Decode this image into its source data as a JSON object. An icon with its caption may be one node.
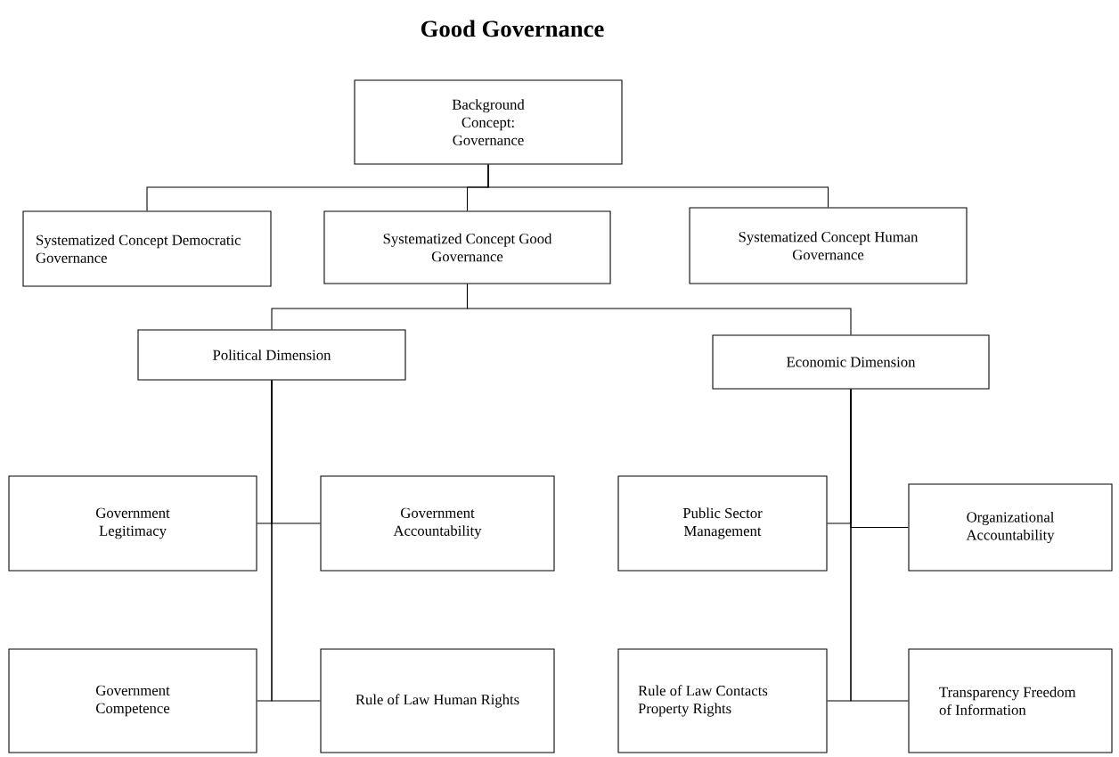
{
  "diagram": {
    "title": "Good Governance",
    "nodes": [
      {
        "text": [
          "Background Concept: Governance"
        ]
      },
      {
        "text": [
          "Systematized Concept Democratic Governance"
        ]
      },
      {
        "text": [
          "Systematized Concept Good Governance"
        ]
      },
      {
        "text": [
          "Systematized Concept Human Governance"
        ]
      },
      {
        "text": [
          "Political Dimension"
        ]
      },
      {
        "text": [
          "Economic Dimension"
        ]
      },
      {
        "text": [
          "Government Legitimacy"
        ]
      },
      {
        "text": [
          "Government Accountability"
        ]
      },
      {
        "text": [
          "Government Competence"
        ]
      },
      {
        "text": [
          "Rule of Law Human Rights"
        ]
      },
      {
        "text": [
          "Public Sector Management"
        ]
      },
      {
        "text": [
          "Organizational Accountability"
        ]
      },
      {
        "text": [
          "Rule of Law Contacts Property Rights"
        ]
      },
      {
        "text": [
          "Transparency Freedom of Information"
        ]
      }
    ],
    "edges": [
      {
        "from": 0,
        "to": 1,
        "arrow": "none"
      },
      {
        "from": 0,
        "to": 2,
        "arrow": "none"
      },
      {
        "from": 0,
        "to": 3,
        "arrow": "none"
      },
      {
        "from": 2,
        "to": 4,
        "arrow": "none"
      },
      {
        "from": 2,
        "to": 5,
        "arrow": "none"
      },
      {
        "from": 4,
        "to": 6,
        "arrow": "none"
      },
      {
        "from": 4,
        "to": 7,
        "arrow": "none"
      },
      {
        "from": 4,
        "to": 8,
        "arrow": "none"
      },
      {
        "from": 4,
        "to": 9,
        "arrow": "none"
      },
      {
        "from": 5,
        "to": 10,
        "arrow": "none"
      },
      {
        "from": 5,
        "to": 11,
        "arrow": "none"
      },
      {
        "from": 5,
        "to": 12,
        "arrow": "none"
      },
      {
        "from": 5,
        "to": 13,
        "arrow": "none"
      }
    ]
  }
}
